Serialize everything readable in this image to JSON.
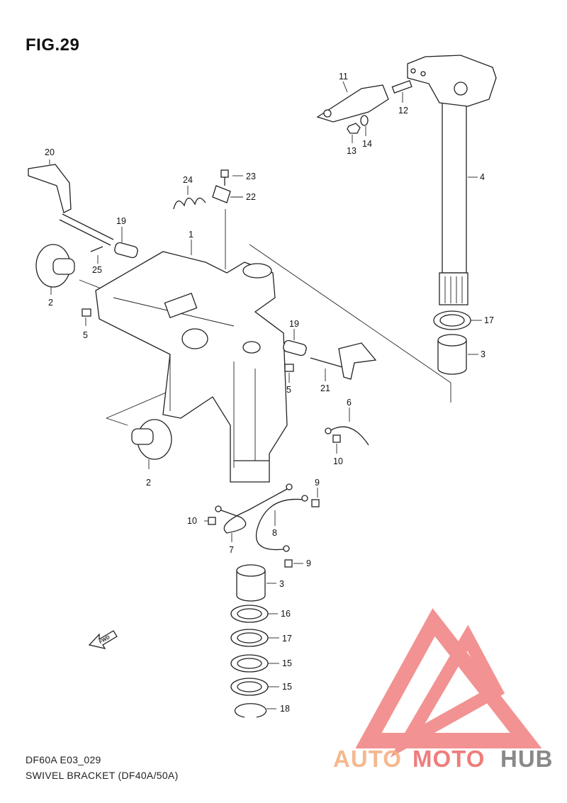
{
  "figure": {
    "title": "FIG.29"
  },
  "footer": {
    "code": "DF60A E03_029",
    "caption": "SWIVEL BRACKET (DF40A/50A)"
  },
  "fwd_label": "FWD",
  "callouts": {
    "c1": "1",
    "c2a": "2",
    "c2b": "2",
    "c3a": "3",
    "c3b": "3",
    "c4": "4",
    "c5a": "5",
    "c5b": "5",
    "c6": "6",
    "c7": "7",
    "c8": "8",
    "c9a": "9",
    "c9b": "9",
    "c10a": "10",
    "c10b": "10",
    "c11": "11",
    "c12": "12",
    "c13": "13",
    "c14": "14",
    "c15a": "15",
    "c15b": "15",
    "c16": "16",
    "c17a": "17",
    "c17b": "17",
    "c18": "18",
    "c19a": "19",
    "c19b": "19",
    "c20": "20",
    "c21": "21",
    "c22": "22",
    "c23": "23",
    "c24": "24",
    "c25": "25"
  },
  "watermark": {
    "part1": "AUTO",
    "part2": "MOTO",
    "part3": "HUB",
    "colors": {
      "orange": "#f5b183",
      "red": "#ee6f6f",
      "gray": "#7d7d7d",
      "triangle": "#f08080"
    }
  }
}
